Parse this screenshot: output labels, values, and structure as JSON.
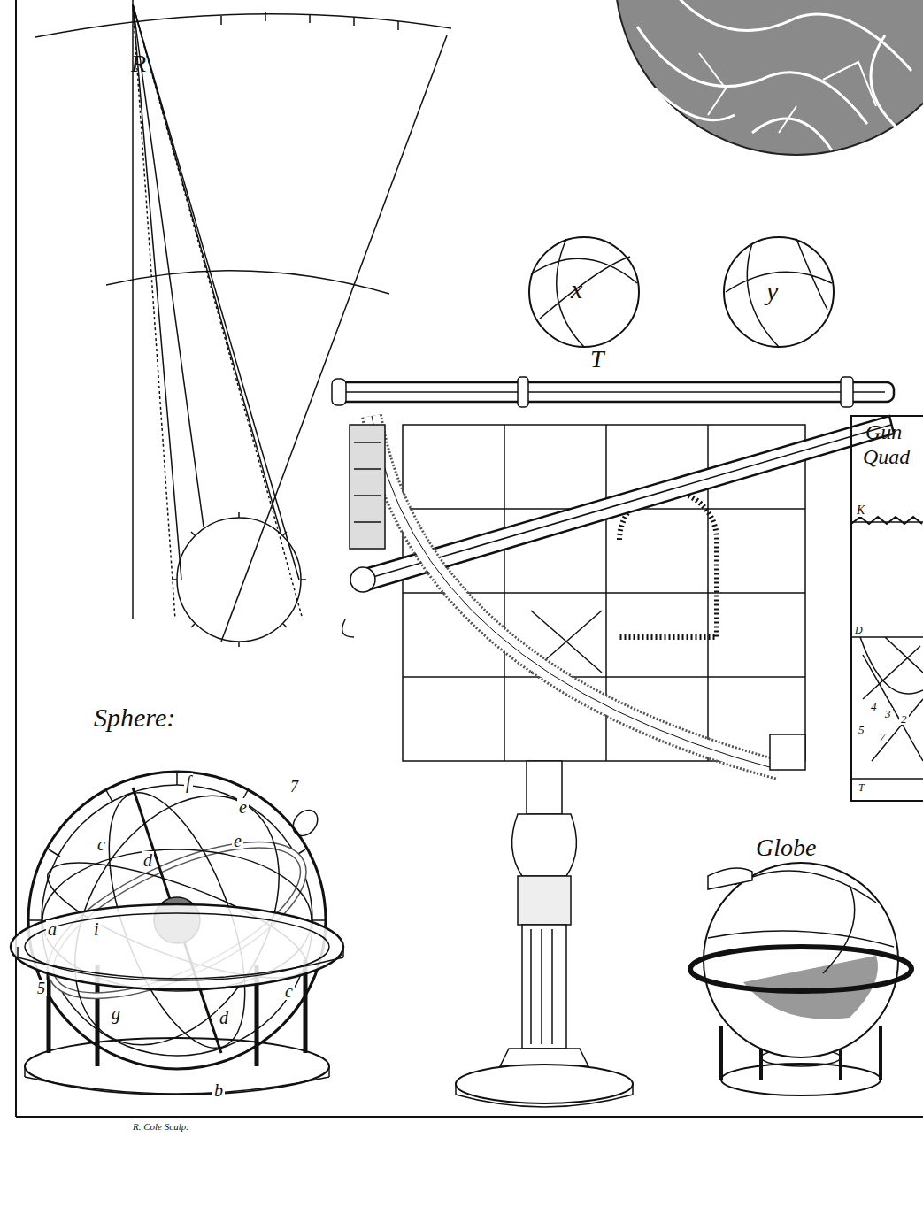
{
  "diagram": {
    "labels": [
      "R",
      "x",
      "y",
      "T",
      "Sphere:",
      "Globe",
      "Gun",
      "Quad",
      "K",
      "D",
      "T",
      "4",
      "3",
      "2",
      "5",
      "7",
      "f",
      "e",
      "c",
      "d",
      "e",
      "7",
      "a",
      "i",
      "5",
      "g",
      "d",
      "c",
      "b",
      "R. Cole Sculp."
    ]
  }
}
